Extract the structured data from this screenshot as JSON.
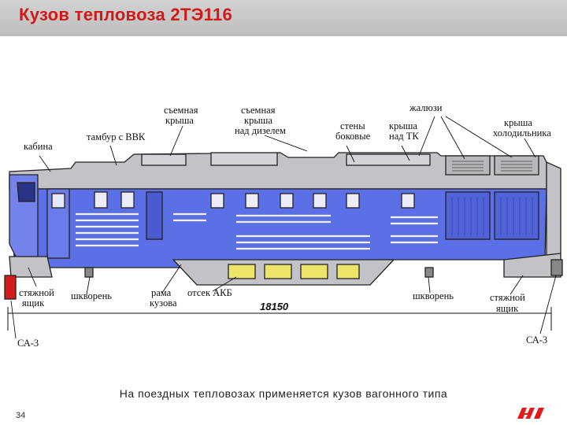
{
  "slide": {
    "title": "Кузов тепловоза 2ТЭ116",
    "caption": "На поездных тепловозах применяется кузов вагонного типа",
    "page_number": "34",
    "logo": "РЖД"
  },
  "labels": {
    "cabin": "кабина",
    "vestibule": "тамбур с ВВК",
    "removable_roof": [
      "съемная",
      "крыша"
    ],
    "removable_roof_diesel": [
      "съемная",
      "крыша",
      "над дизелем"
    ],
    "side_walls": [
      "стены",
      "боковые"
    ],
    "roof_tk": [
      "крыша",
      "над ТК"
    ],
    "louvers": "жалюзи",
    "cooler_roof": [
      "крыша",
      "холодильника"
    ],
    "coupler_box_left": [
      "стяжной",
      "ящик"
    ],
    "pivot_left": "шкворень",
    "body_frame": [
      "рама",
      "кузова"
    ],
    "battery": "отсек АКБ",
    "length": "18150",
    "pivot_right": "шкворень",
    "coupler_box_right": [
      "стяжной",
      "ящик"
    ],
    "coupler_left": "СА-3",
    "coupler_right": "СА-3"
  },
  "colors": {
    "title": "#d01a1a",
    "body_blue": "#5b6fe6",
    "roof_gray": "#c3c3c7",
    "logo_red": "#e21a1a"
  }
}
